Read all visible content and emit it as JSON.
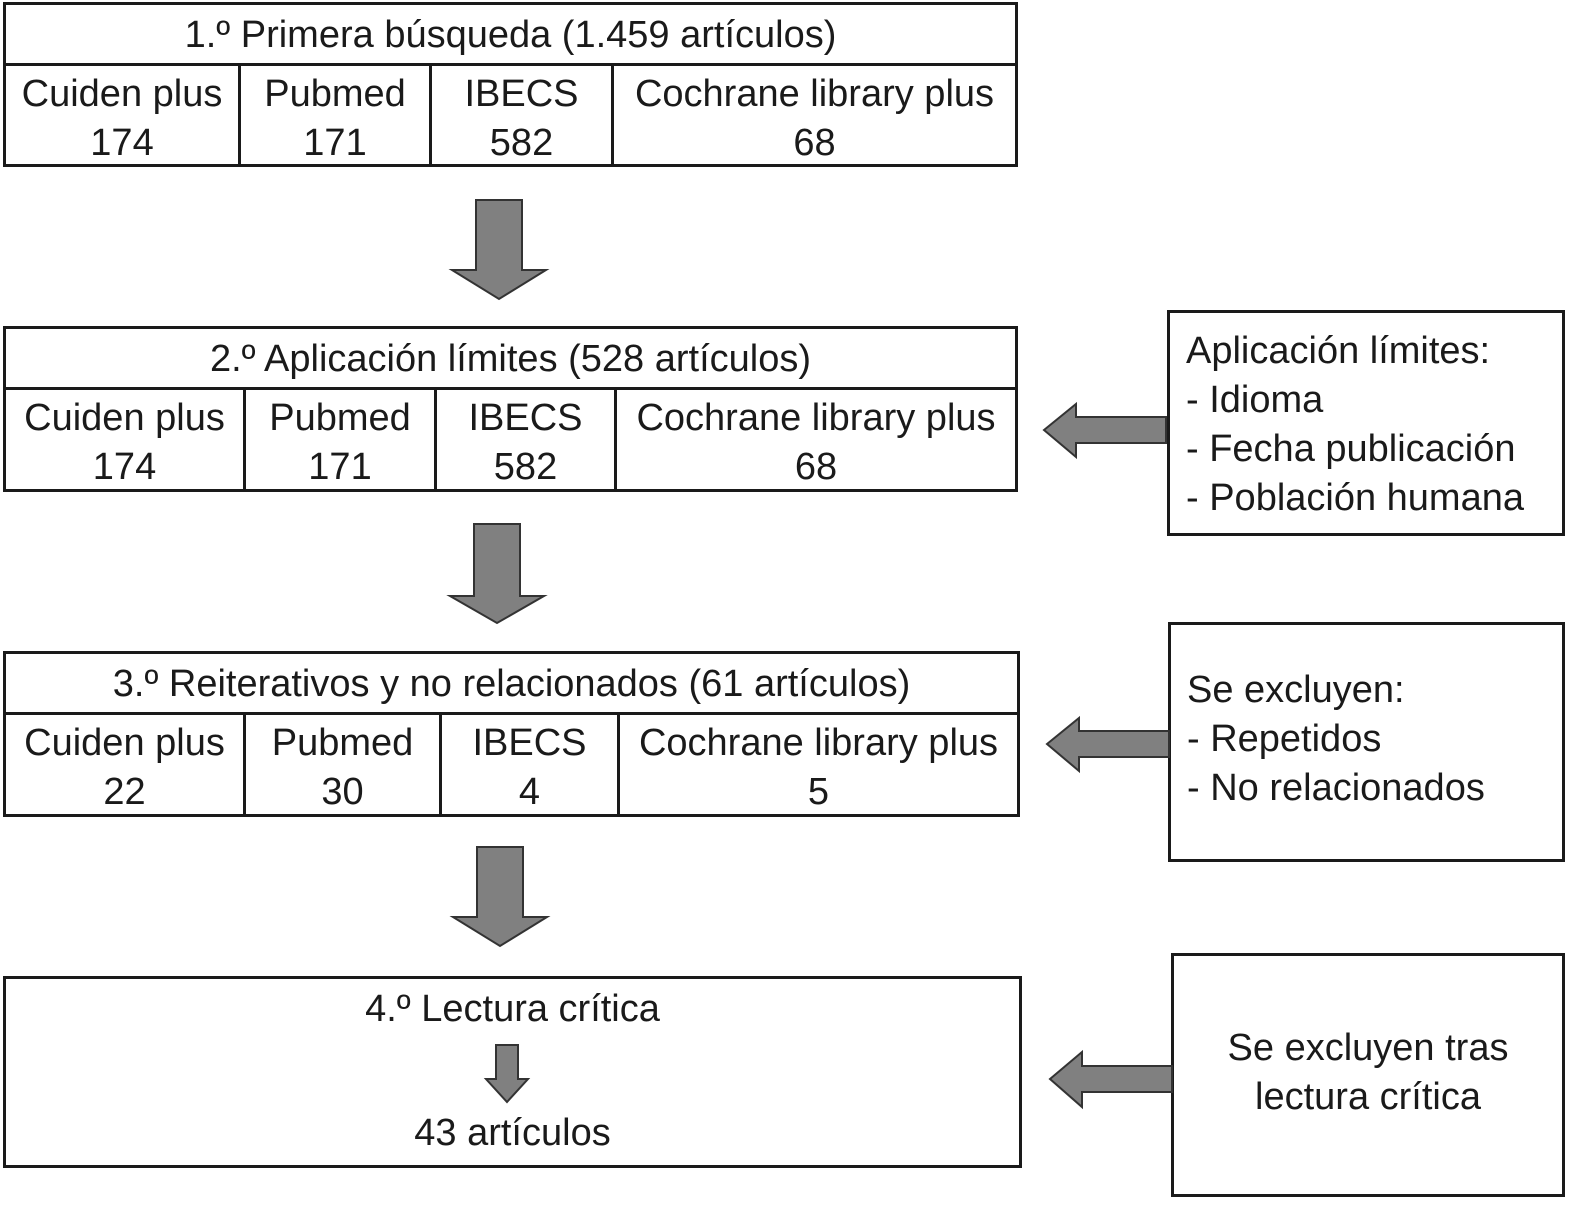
{
  "step1": {
    "title": "1.º Primera búsqueda (1.459 artículos)",
    "cells": [
      {
        "name": "Cuiden plus",
        "count": "174"
      },
      {
        "name": "Pubmed",
        "count": "171"
      },
      {
        "name": "IBECS",
        "count": "582"
      },
      {
        "name": "Cochrane library plus",
        "count": "68"
      }
    ]
  },
  "step2": {
    "title": "2.º Aplicación límites (528 artículos)",
    "cells": [
      {
        "name": "Cuiden plus",
        "count": "174"
      },
      {
        "name": "Pubmed",
        "count": "171"
      },
      {
        "name": "IBECS",
        "count": "582"
      },
      {
        "name": "Cochrane library plus",
        "count": "68"
      }
    ]
  },
  "step3": {
    "title": "3.º Reiterativos y no relacionados (61 artículos)",
    "cells": [
      {
        "name": "Cuiden plus",
        "count": "22"
      },
      {
        "name": "Pubmed",
        "count": "30"
      },
      {
        "name": "IBECS",
        "count": "4"
      },
      {
        "name": "Cochrane library plus",
        "count": "5"
      }
    ]
  },
  "step4": {
    "title": "4.º Lectura crítica",
    "result": "43 artículos"
  },
  "side1": {
    "heading": "Aplicación límites:",
    "items": [
      "- Idioma",
      "- Fecha publicación",
      "- Población humana"
    ]
  },
  "side2": {
    "heading": "Se excluyen:",
    "items": [
      "- Repetidos",
      "- No relacionados"
    ]
  },
  "side3": {
    "lines": [
      "Se excluyen tras",
      "lectura crítica"
    ]
  },
  "colors": {
    "arrow_fill": "#808080",
    "arrow_stroke": "#333333",
    "border": "#1a1a1a"
  }
}
